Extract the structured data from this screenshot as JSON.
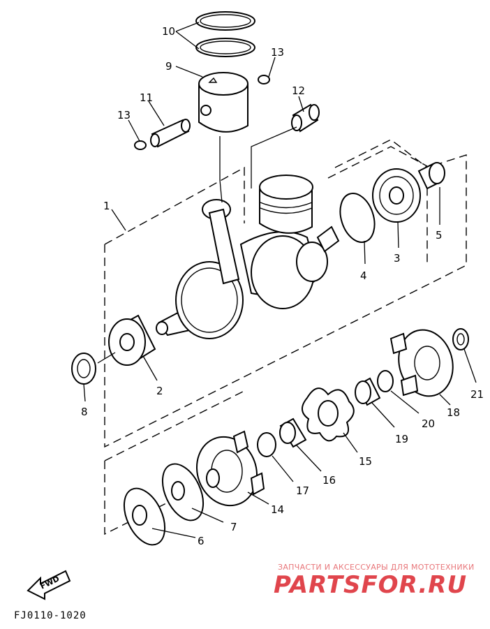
{
  "labels": {
    "p1": "1",
    "p2": "2",
    "p3": "3",
    "p4": "4",
    "p5": "5",
    "p6": "6",
    "p7": "7",
    "p8": "8",
    "p9": "9",
    "p10": "10",
    "p11": "11",
    "p12": "12",
    "p13a": "13",
    "p13b": "13",
    "p14": "14",
    "p15": "15",
    "p16": "16",
    "p17": "17",
    "p18": "18",
    "p19": "19",
    "p20": "20",
    "p21": "21"
  },
  "fwd": "FWD",
  "ref_code": "FJ0110-1020",
  "watermark": {
    "tagline": "ЗАПЧАСТИ И АКСЕССУАРЫ ДЛЯ МОТОТЕХНИКИ",
    "logo_text": "PARTSFOR.RU"
  },
  "colors": {
    "ink": "#000000",
    "watermark": "#e0454c"
  }
}
